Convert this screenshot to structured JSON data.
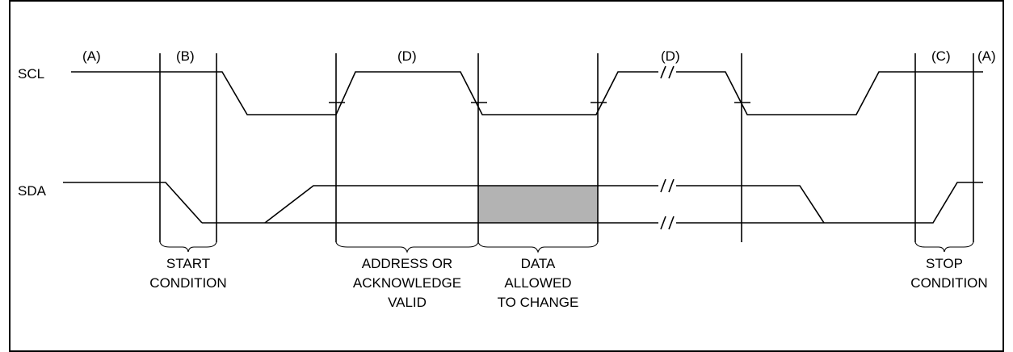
{
  "signals": {
    "scl": "SCL",
    "sda": "SDA"
  },
  "markers": {
    "a_left": "(A)",
    "b": "(B)",
    "d_first": "(D)",
    "d_second": "(D)",
    "c": "(C)",
    "a_right": "(A)"
  },
  "annotations": {
    "start": [
      "START",
      "CONDITION"
    ],
    "address": [
      "ADDRESS OR",
      "ACKNOWLEDGE",
      "VALID"
    ],
    "data": [
      "DATA",
      "ALLOWED",
      "TO CHANGE"
    ],
    "stop": [
      "STOP",
      "CONDITION"
    ]
  },
  "colors": {
    "line": "#000000",
    "data_change_fill": "#b3b3b3",
    "background": "#ffffff"
  }
}
